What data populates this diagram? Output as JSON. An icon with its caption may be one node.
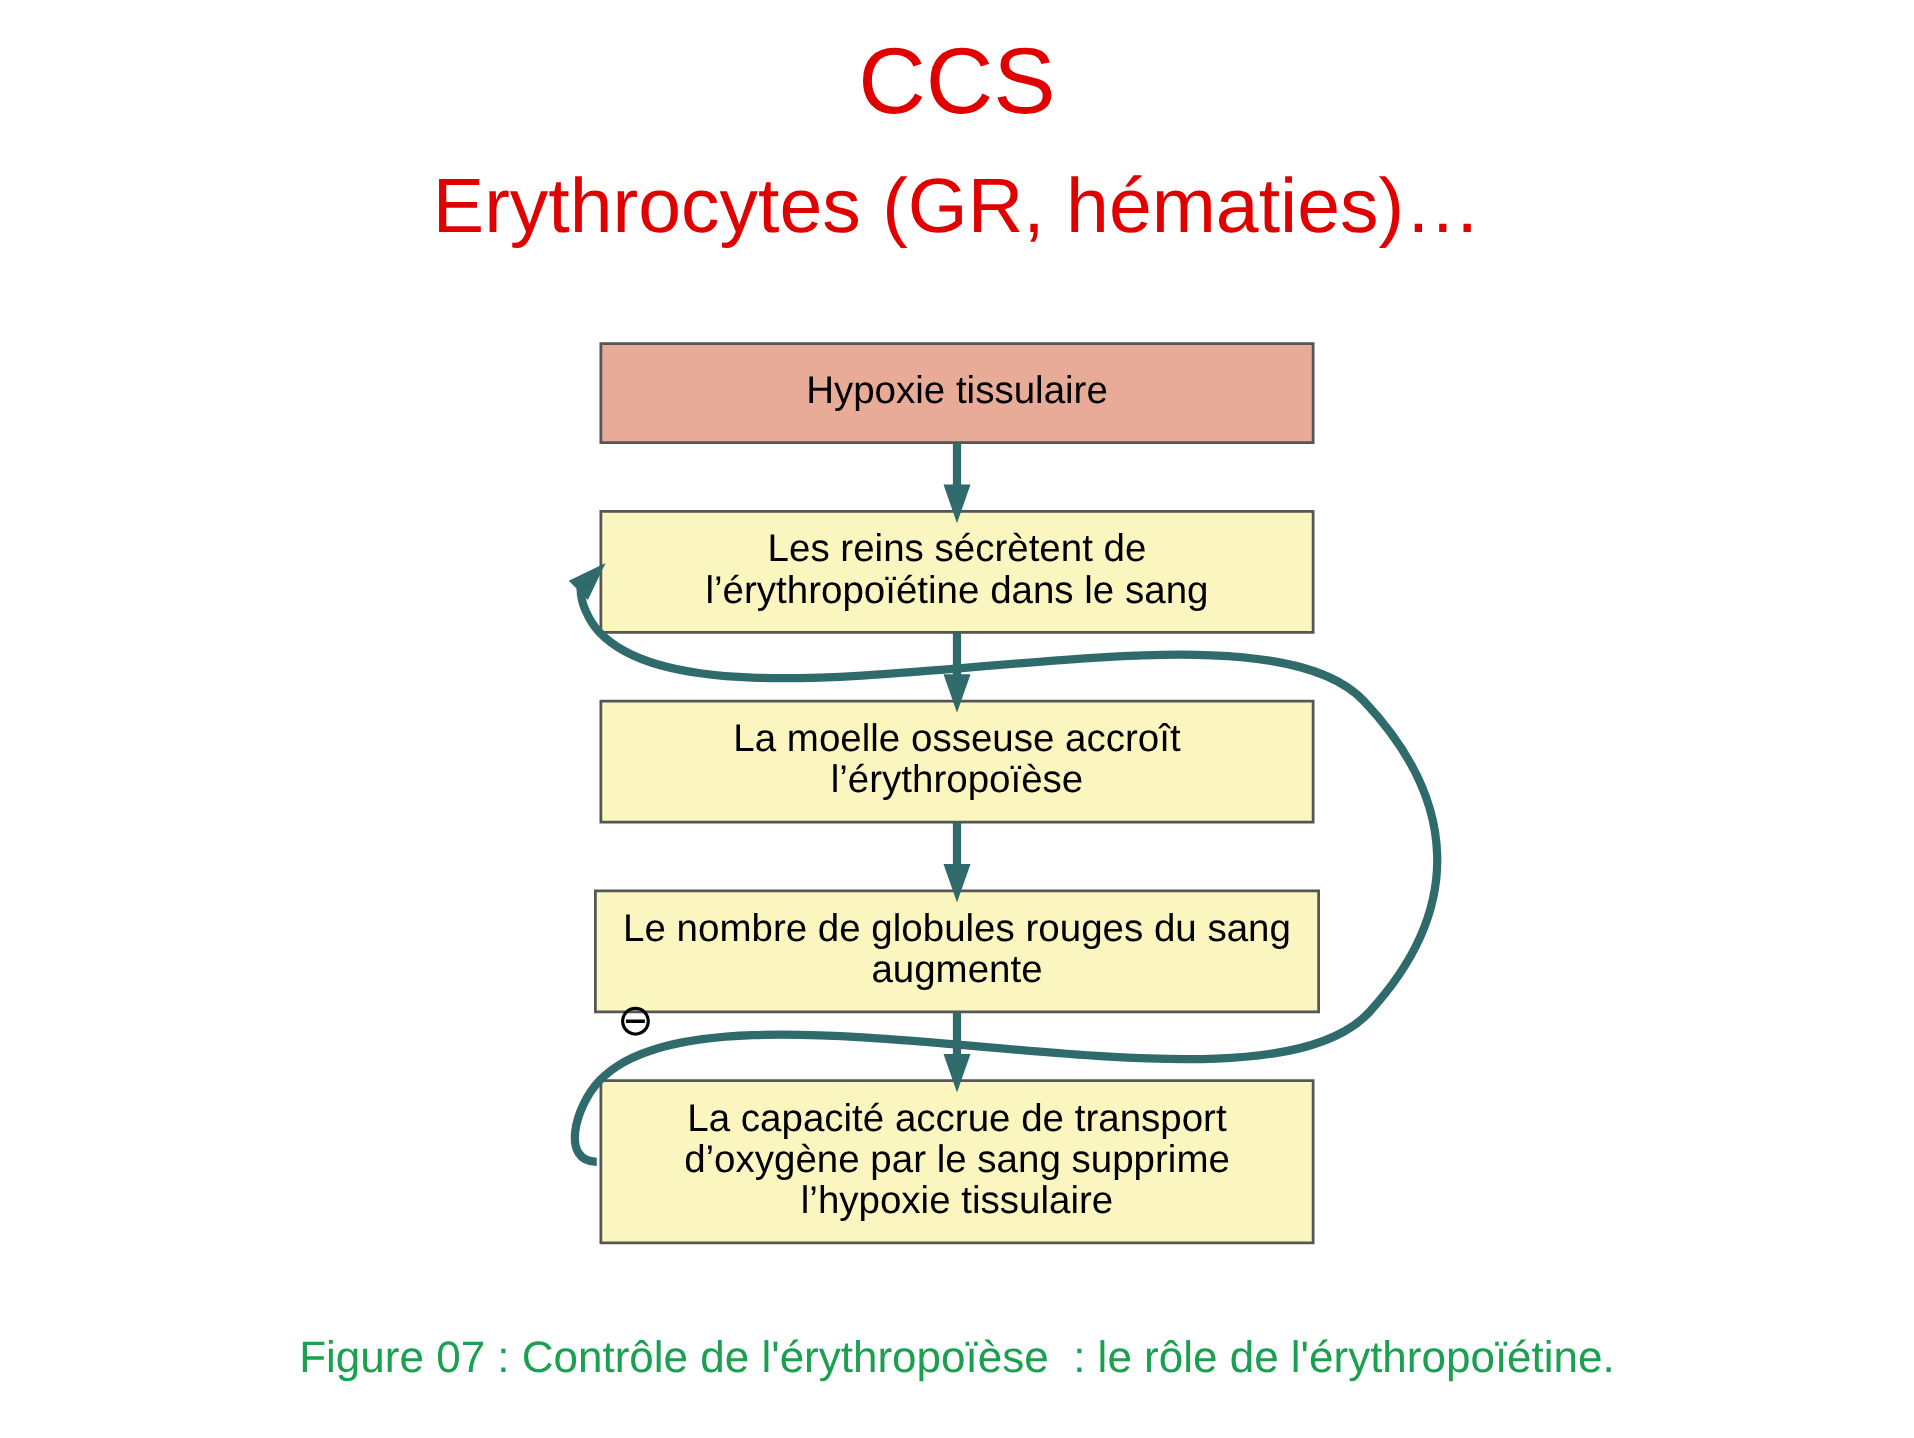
{
  "diagram": {
    "title": "CCS",
    "caption": "Figure 07 : Contrôle de l'érythropoïèse  : le rôle de l'érythropoïétine.",
    "nodes": [
      {
        "text": [
          "Hypoxie tissulaire"
        ]
      },
      {
        "text": [
          "Les reins sécrètent de l’érythropoïétine dans le sang"
        ]
      },
      {
        "text": [
          "La moelle osseuse accroît l’érythropoïèse"
        ]
      },
      {
        "text": [
          "Le nombre de globules rouges du sang augmente"
        ]
      },
      {
        "text": [
          "La capacité accrue de transport d’oxygène par le sang supprime l’hypoxie tissulaire"
        ]
      }
    ],
    "edges": [
      {
        "from": 0,
        "to": 1,
        "arrow": "to"
      },
      {
        "from": 1,
        "to": 2,
        "arrow": "to"
      },
      {
        "from": 2,
        "to": 3,
        "arrow": "to"
      },
      {
        "from": 3,
        "to": 4,
        "arrow": "to"
      },
      {
        "from": 4,
        "to": 1,
        "arrow": "to",
        "label": "⊖"
      }
    ],
    "labels": [
      "Erythrocytes (GR, hématies)…"
    ]
  }
}
